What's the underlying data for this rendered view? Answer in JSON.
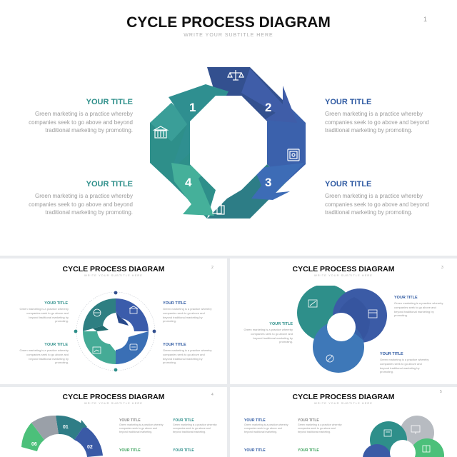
{
  "slide1": {
    "title": "CYCLE PROCESS DIAGRAM",
    "subtitle": "WRITE YOUR SUBTITLE HERE",
    "page": "1",
    "steps": [
      "1",
      "2",
      "3",
      "4"
    ],
    "blocks": [
      {
        "title": "YOUR TITLE",
        "text": "Green marketing is a practice whereby companies seek to go above and beyond traditional marketing by promoting."
      },
      {
        "title": "YOUR TITLE",
        "text": "Green marketing is a practice whereby companies seek to go above and beyond traditional marketing by promoting."
      },
      {
        "title": "YOUR TITLE",
        "text": "Green marketing is a practice whereby companies seek to go above and beyond traditional marketing by promoting."
      },
      {
        "title": "YOUR TITLE",
        "text": "Green marketing is a practice whereby companies seek to go above and beyond traditional marketing by promoting."
      }
    ]
  },
  "slide2": {
    "title": "CYCLE PROCESS DIAGRAM",
    "subtitle": "WRITE YOUR SUBTITLE HERE",
    "page": "2",
    "blocks": [
      {
        "title": "YOUR TITLE",
        "text": "Green marketing is a practice whereby companies seek to go above and beyond traditional marketing by promoting."
      },
      {
        "title": "YOUR TITLE",
        "text": "Green marketing is a practice whereby companies seek to go above and beyond traditional marketing by promoting."
      },
      {
        "title": "YOUR TITLE",
        "text": "Green marketing is a practice whereby companies seek to go above and beyond traditional marketing by promoting."
      },
      {
        "title": "YOUR TITLE",
        "text": "Green marketing is a practice whereby companies seek to go above and beyond traditional marketing by promoting."
      }
    ]
  },
  "slide3": {
    "title": "CYCLE PROCESS DIAGRAM",
    "subtitle": "WRITE YOUR SUBTITLE HERE",
    "page": "3",
    "blocks": [
      {
        "title": "YOUR TITLE",
        "text": "Green marketing is a practice whereby companies seek to go above and beyond traditional marketing by promoting."
      },
      {
        "title": "YOUR TITLE",
        "text": "Green marketing is a practice whereby companies seek to go above and beyond traditional marketing by promoting."
      },
      {
        "title": "YOUR TITLE",
        "text": "Green marketing is a practice whereby companies seek to go above and beyond traditional marketing by promoting."
      }
    ]
  },
  "slide4": {
    "title": "CYCLE PROCESS DIAGRAM",
    "subtitle": "WRITE YOUR SUBTITLE HERE",
    "page": "4",
    "steps": [
      "01",
      "02",
      "06"
    ],
    "blocks": [
      {
        "title": "YOUR TITLE",
        "text": "Green marketing is a practice whereby companies seek to go above and beyond traditional marketing."
      },
      {
        "title": "YOUR TITLE",
        "text": "Green marketing is a practice whereby companies seek to go above and beyond traditional marketing."
      },
      {
        "title": "YOUR TITLE"
      },
      {
        "title": "YOUR TITLE"
      }
    ]
  },
  "slide5": {
    "title": "CYCLE PROCESS DIAGRAM",
    "subtitle": "WRITE YOUR SUBTITLE HERE",
    "page": "5",
    "blocks": [
      {
        "title": "YOUR TITLE",
        "text": "Green marketing is a practice whereby companies seek to go above and beyond traditional marketing."
      },
      {
        "title": "YOUR TITLE",
        "text": "Green marketing is a practice whereby companies seek to go above and beyond traditional marketing."
      },
      {
        "title": "YOUR TITLE"
      },
      {
        "title": "YOUR TITLE"
      }
    ]
  },
  "colors": {
    "navy": "#2f4a8f",
    "blue": "#3d63b0",
    "teal": "#2e8f8a",
    "green": "#3fae8c",
    "gray": "#a9adb2",
    "lightgreen": "#4cc07a"
  }
}
